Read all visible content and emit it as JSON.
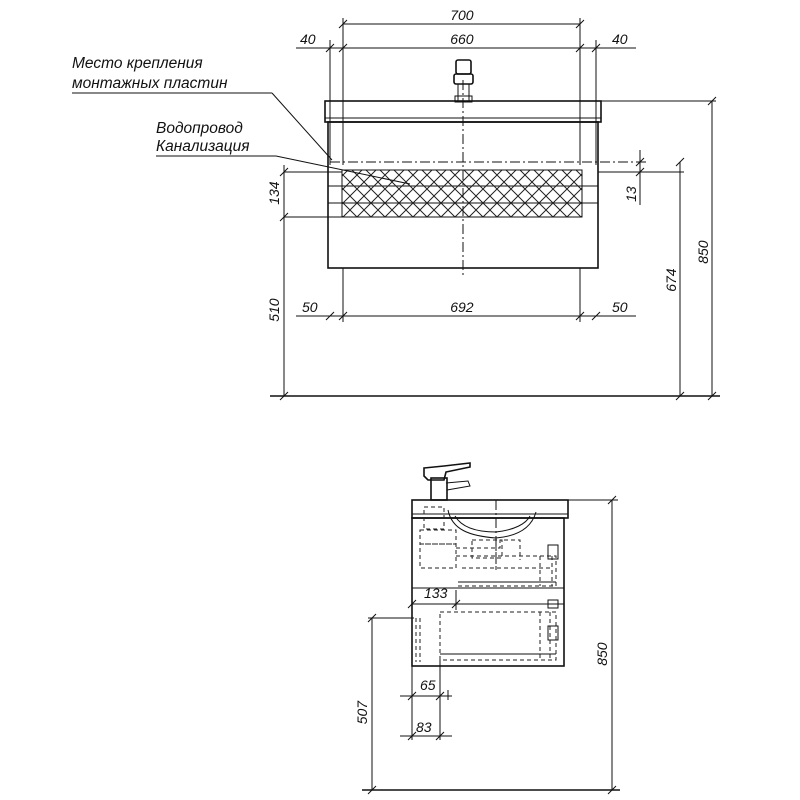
{
  "front_view": {
    "annotations": {
      "mount_plates_line1": "Место крепления",
      "mount_plates_line2": "монтажных пластин",
      "water_supply": "Водопровод",
      "sewage": "Канализация"
    },
    "dimensions": {
      "overall_width": "700",
      "inner_width": "660",
      "side_offset_left": "40",
      "side_offset_right": "40",
      "cabinet_width": "692",
      "bottom_offset_left": "50",
      "bottom_offset_right": "50",
      "zone_height": "134",
      "top_offset": "13",
      "floor_to_zone": "510",
      "floor_to_plates": "674",
      "total_height": "850"
    }
  },
  "side_view": {
    "dimensions": {
      "depth_offset": "133",
      "total_height": "850",
      "floor_height": "507",
      "offset_65": "65",
      "offset_83": "83"
    }
  }
}
